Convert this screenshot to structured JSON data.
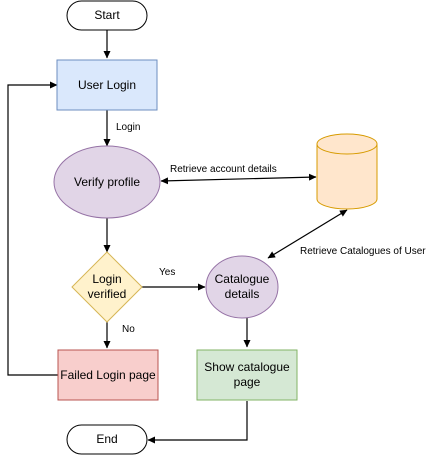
{
  "nodes": {
    "start": {
      "label": "Start",
      "shape": "terminator",
      "fill": "#ffffff",
      "stroke": "#000000"
    },
    "user_login": {
      "label": "User Login",
      "shape": "process",
      "fill": "#dae8fc",
      "stroke": "#6c8ebf"
    },
    "verify_profile": {
      "label": "Verify profile",
      "shape": "ellipse",
      "fill": "#e1d5e7",
      "stroke": "#9673a6"
    },
    "login_verified": {
      "label": "Login\nverified",
      "shape": "decision",
      "fill": "#fff2cc",
      "stroke": "#d6b656"
    },
    "catalogue_details": {
      "label": "Catalogue\ndetails",
      "shape": "ellipse",
      "fill": "#e1d5e7",
      "stroke": "#9673a6"
    },
    "database": {
      "label": "",
      "shape": "cylinder",
      "fill": "#ffe6cc",
      "stroke": "#d79b00"
    },
    "failed_login": {
      "label": "Failed Login page",
      "shape": "process",
      "fill": "#f8cecc",
      "stroke": "#b85450"
    },
    "show_catalogue": {
      "label": "Show catalogue\npage",
      "shape": "process",
      "fill": "#d5e8d4",
      "stroke": "#82b366"
    },
    "end": {
      "label": "End",
      "shape": "terminator",
      "fill": "#ffffff",
      "stroke": "#000000"
    }
  },
  "edges": {
    "start_to_login": {
      "from": "start",
      "to": "user_login",
      "label": ""
    },
    "login_to_verify": {
      "from": "user_login",
      "to": "verify_profile",
      "label": "Login"
    },
    "verify_to_db": {
      "from": "verify_profile",
      "to": "database",
      "label": "Retrieve account details"
    },
    "verify_to_decision": {
      "from": "verify_profile",
      "to": "login_verified",
      "label": ""
    },
    "decision_yes": {
      "from": "login_verified",
      "to": "catalogue_details",
      "label": "Yes"
    },
    "decision_no": {
      "from": "login_verified",
      "to": "failed_login",
      "label": "No"
    },
    "failed_to_login": {
      "from": "failed_login",
      "to": "user_login",
      "label": ""
    },
    "catalogue_to_db": {
      "from": "catalogue_details",
      "to": "database",
      "label": "Retrieve Catalogues of User"
    },
    "catalogue_to_show": {
      "from": "catalogue_details",
      "to": "show_catalogue",
      "label": ""
    },
    "show_to_end": {
      "from": "show_catalogue",
      "to": "end",
      "label": ""
    }
  }
}
